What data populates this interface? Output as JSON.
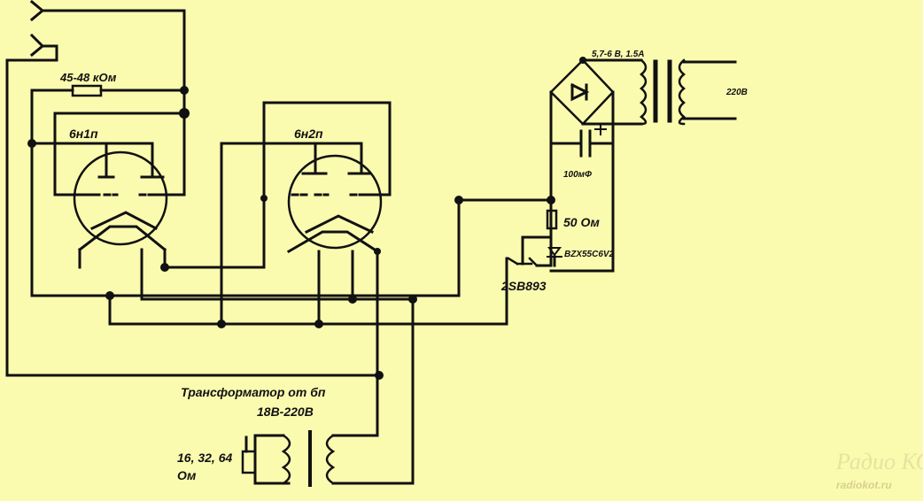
{
  "labels": {
    "resistor_feedback": "45-48 кОм",
    "tube1": "6н1п",
    "tube2": "6н2п",
    "psu_voltage": "5,7-6 В, 1.5А",
    "mains": "220В",
    "capacitor": "100мФ",
    "resistor_50": "50 Ом",
    "zener": "BZX55C6V2",
    "transistor": "2SB893",
    "transformer_title": "Трансформатор от бп",
    "transformer_ratio": "18В-220В",
    "speaker_impedance_1": "16, 32, 64",
    "speaker_impedance_2": "Ом"
  },
  "watermark": {
    "logo": "Радио КОТ",
    "url": "radiokot.ru"
  },
  "colors": {
    "background": "#fbfbb0",
    "wire": "#111111"
  }
}
